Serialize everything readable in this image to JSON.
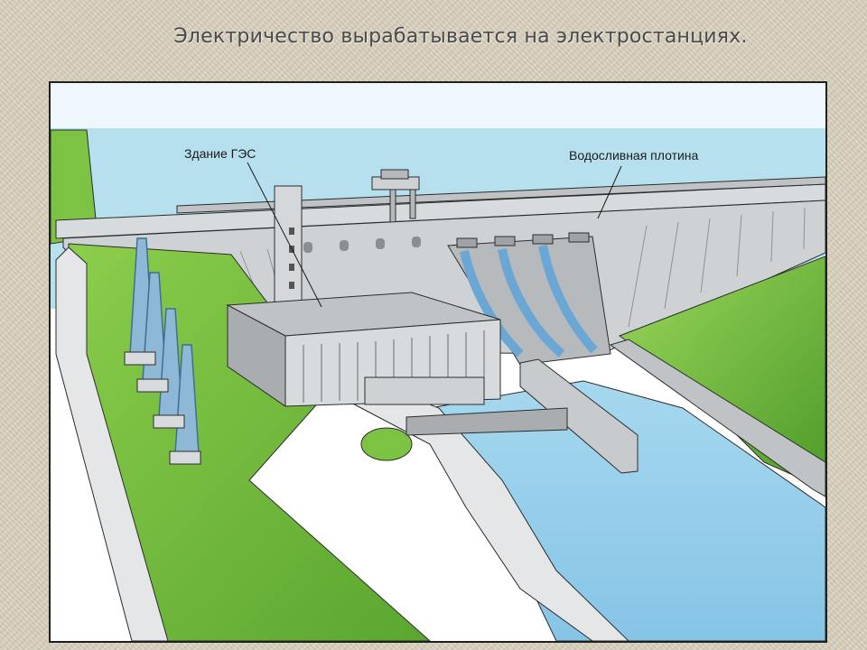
{
  "slide": {
    "title": "Электричество вырабатывается на электростанциях."
  },
  "diagram": {
    "labels": {
      "building": "Здание ГЭС",
      "spillway": "Водосливная плотина"
    },
    "colors": {
      "sky": "#b7e0ee",
      "water": "#8fcbe8",
      "concrete": "#cfd2d4",
      "concrete_dark": "#9fa3a6",
      "grass": "#7cc243",
      "grass_dark": "#4e9a2a",
      "pylon": "#6f97b8",
      "outline": "#2c2c2c"
    }
  }
}
